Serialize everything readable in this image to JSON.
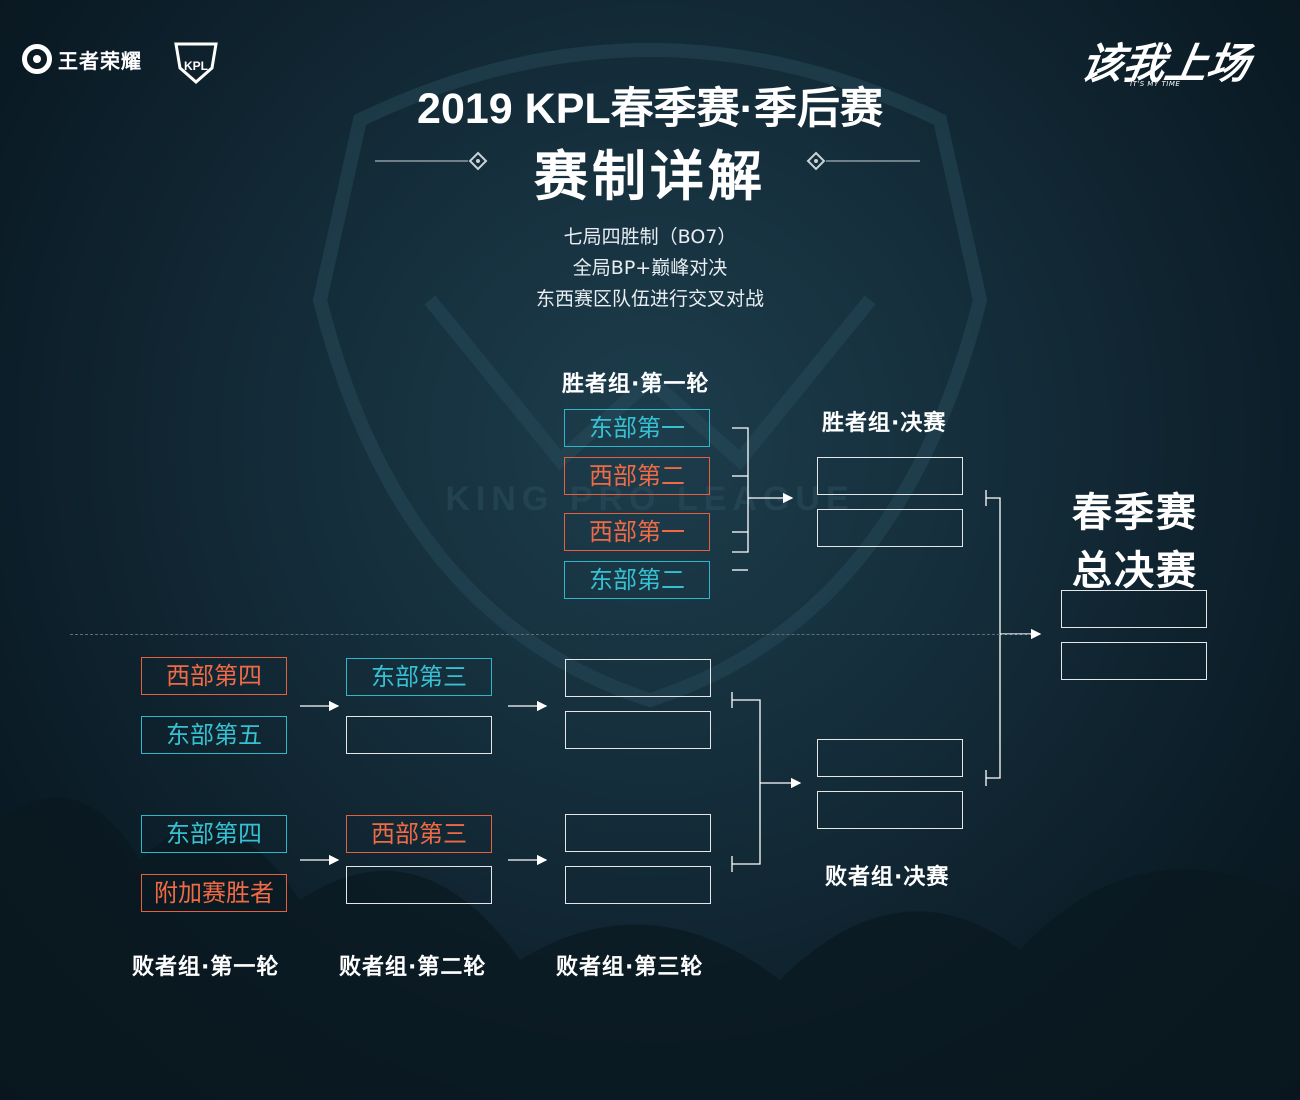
{
  "brand": {
    "game_logo_text": "王者荣耀",
    "league_logo_text": "KPL",
    "slogan": "该我上场",
    "slogan_sub": "IT'S MY TIME"
  },
  "header": {
    "title": "2019 KPL春季赛·季后赛",
    "subtitle": "赛制详解"
  },
  "rules": [
    "七局四胜制（BO7）",
    "全局BP+巅峰对决",
    "东西赛区队伍进行交叉对战"
  ],
  "winners": {
    "round1_label": "胜者组·第一轮",
    "round1_teams": [
      "东部第一",
      "西部第二",
      "西部第一",
      "东部第二"
    ],
    "final_label": "胜者组·决赛"
  },
  "losers": {
    "round1_label": "败者组·第一轮",
    "round1_teams": [
      "西部第四",
      "东部第五",
      "东部第四",
      "附加赛胜者"
    ],
    "round2_label": "败者组·第二轮",
    "round2_teams": [
      "东部第三",
      "",
      "西部第三",
      ""
    ],
    "round3_label": "败者组·第三轮",
    "final_label": "败者组·决赛"
  },
  "grand_final": {
    "title_line1": "春季赛",
    "title_line2": "总决赛"
  },
  "colors": {
    "east": "#36c1d2",
    "west": "#ef6a45",
    "empty": "#e6e6e6"
  }
}
